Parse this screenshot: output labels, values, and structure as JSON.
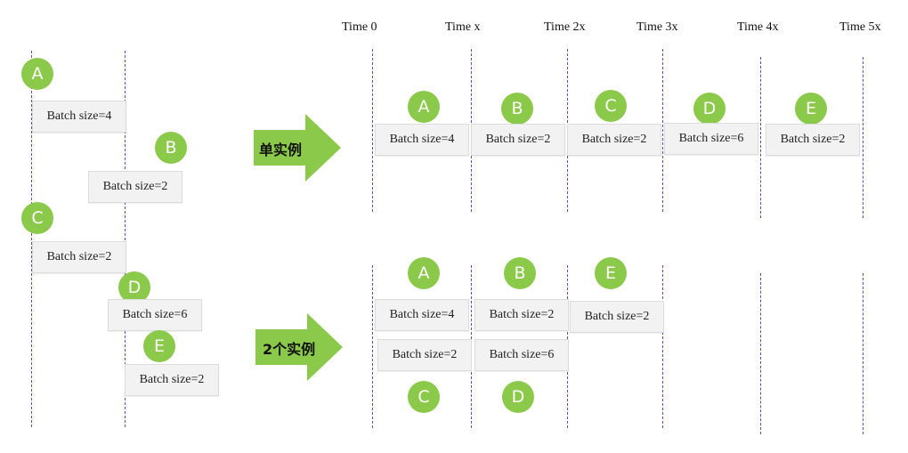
{
  "colors": {
    "circle": "#8bc94a",
    "arrow": "#8bc94a",
    "dashed_line": "#5b4fb0",
    "box": "#f2f2f2"
  },
  "time_labels": [
    "Time 0",
    "Time x",
    "Time 2x",
    "Time 3x",
    "Time 4x",
    "Time 5x"
  ],
  "arrow_labels": {
    "single": "单实例",
    "double": "2个实例"
  },
  "requests": {
    "A": {
      "letter": "A",
      "batch": "Batch size=4"
    },
    "B": {
      "letter": "B",
      "batch": "Batch size=2"
    },
    "C": {
      "letter": "C",
      "batch": "Batch size=2"
    },
    "D": {
      "letter": "D",
      "batch": "Batch size=6"
    },
    "E": {
      "letter": "E",
      "batch": "Batch size=2"
    }
  }
}
